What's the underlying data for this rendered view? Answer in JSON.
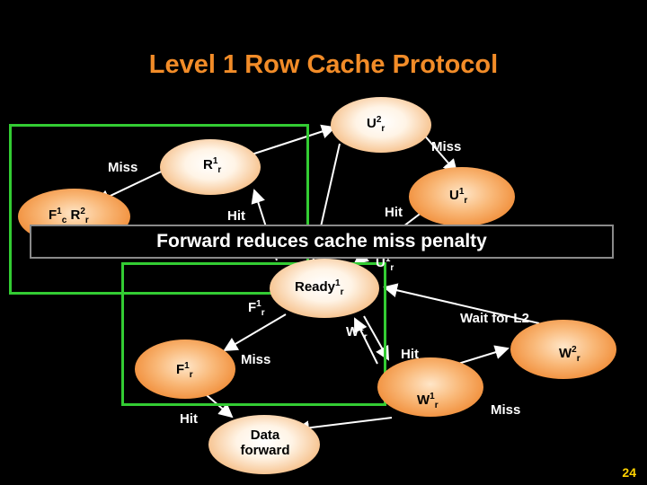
{
  "title": "Level 1 Row Cache Protocol",
  "banner": "Forward reduces cache miss penalty",
  "page_number": "24",
  "nodes": {
    "u2": {
      "base": "U",
      "sup": "2",
      "sub": "r"
    },
    "r1": {
      "base": "R",
      "sup": "1",
      "sub": "r"
    },
    "u1": {
      "base": "U",
      "sup": "1",
      "sub": "r"
    },
    "f1c_r2": {
      "base1": "F",
      "sup1": "1",
      "sub1": "c",
      "base2": "R",
      "sup2": "2",
      "sub2": "r"
    },
    "ready": {
      "base": "Ready",
      "sup": "1",
      "sub": "r"
    },
    "f1": {
      "base": "F",
      "sup": "1",
      "sub": "r"
    },
    "w1": {
      "base": "W",
      "sup": "1",
      "sub": "r"
    },
    "w2": {
      "base": "W",
      "sup": "2",
      "sub": "r"
    },
    "data_forward": {
      "line1": "Data",
      "line2": "forward"
    }
  },
  "edge_labels": {
    "miss_r1": "Miss",
    "miss_u2": "Miss",
    "hit_r1": "Hit",
    "hit_u1": "Hit",
    "u1_ready": {
      "base": "U",
      "sup": "1",
      "sub": "r"
    },
    "f1_ready": {
      "base": "F",
      "sup": "1",
      "sub": "r"
    },
    "w1_ready": {
      "base": "W",
      "sup": "1",
      "sub": "r"
    },
    "wait_l2": "Wait for L2",
    "miss_f1": "Miss",
    "hit_w1": "Hit",
    "miss_w1": "Miss",
    "hit_f1": "Hit"
  },
  "colors": {
    "title": "#f28c28",
    "green_box": "#33cc33",
    "page_number": "#ffd200"
  }
}
